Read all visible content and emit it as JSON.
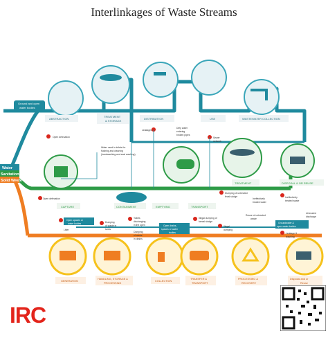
{
  "title": "Interlinkages of Waste Streams",
  "streams": {
    "water": "Water",
    "sanitation": "Sanitation",
    "solid_waste": "Solid Waste"
  },
  "water_labels": {
    "abstraction": "ABSTRACTION",
    "treatment_storage_1": "TREATMENT",
    "treatment_storage_2": "& STORAGE",
    "distribution": "DISTRIBUTION",
    "use": "USE",
    "wastewater_collection": "WASTEWATER COLLECTION",
    "ground_surface_1": "Ground and open",
    "ground_surface_2": "water bodies"
  },
  "sanitation_labels": {
    "capture": "CAPTURE",
    "containment": "CONTAINMENT",
    "emptying": "EMPTYING",
    "transport": "TRANSPORT",
    "treatment": "TREATMENT",
    "disposal_reuse": "DISPOSAL & OR REUSE"
  },
  "solid_labels": {
    "generation": "GENERATION",
    "handling_1": "HANDLING, STORAGE &",
    "handling_2": "PROCESSING",
    "collection": "COLLECTION",
    "transfer_1": "TRANSFER &",
    "transfer_2": "TRANSPORT",
    "processing_1": "PROCESSING &",
    "processing_2": "RECOVERY",
    "disposal_1": "Disposal and or",
    "disposal_2": "Reuse"
  },
  "annotations": {
    "open_defecation_1": "Open defecation",
    "open_defecation_2": "Open defecation",
    "water_used_1": "Water used in toilets for",
    "water_used_2": "flushing and cleaning",
    "water_used_3": "(handwashing and anal washing)",
    "leakages": "Leakages",
    "dirty_water_1": "Dirty water",
    "dirty_water_2": "entering",
    "dirty_water_3": "broken pipes",
    "sewer_network_1": "Sewer",
    "sewer_network_2": "network",
    "dumping_fecal_1": "Dumping of untreated",
    "dumping_fecal_2": "fecal sludge",
    "ineff_treated_1": "Ineffectively",
    "ineff_treated_2": "treated water",
    "reuse_untreated_1": "Reuse of untreated",
    "reuse_untreated_2": "waste",
    "ineff_treated_w_1": "Ineffectively",
    "ineff_treated_w_2": "treated waste",
    "untreated_discharge_1": "Untreated",
    "untreated_discharge_2": "discharge",
    "groundwater_1": "Groundwater &",
    "groundwater_2": "open water bodies",
    "leakage_leaching_1": "Leakage &",
    "leakage_leaching_2": "leaching",
    "open_spaces_1": "Open spaces or",
    "open_spaces_2": "water bodies",
    "litter": "Litter",
    "dumping_tanks_1": "Dumping",
    "dumping_tanks_2": "of waste in",
    "dumping_tanks_3": "tanks",
    "toilets_discharging_1": "Toilets",
    "toilets_discharging_2": "discharging",
    "toilets_discharging_3": "in the open",
    "dumping_drains_1": "Dumping",
    "dumping_drains_2": "of waste",
    "dumping_drains_3": "in drains",
    "open_drains_1": "Open drains,",
    "open_drains_2": "spaces or water",
    "open_drains_3": "bodies",
    "illegal_dump_1": "Illegal dumping of",
    "illegal_dump_2": "faecal sludge",
    "illegal_dump_w_1": "Illegal",
    "illegal_dump_w_2": "dumping"
  },
  "logo_text": "IRC",
  "colors": {
    "water": "#1f8a9e",
    "sanitation": "#2e9b47",
    "solid": "#ef7d22",
    "icon_fill": "#e6f2f5",
    "icon_stroke": "#3aa6b9",
    "yellow": "#f6c21c",
    "alert": "#d9261c"
  }
}
